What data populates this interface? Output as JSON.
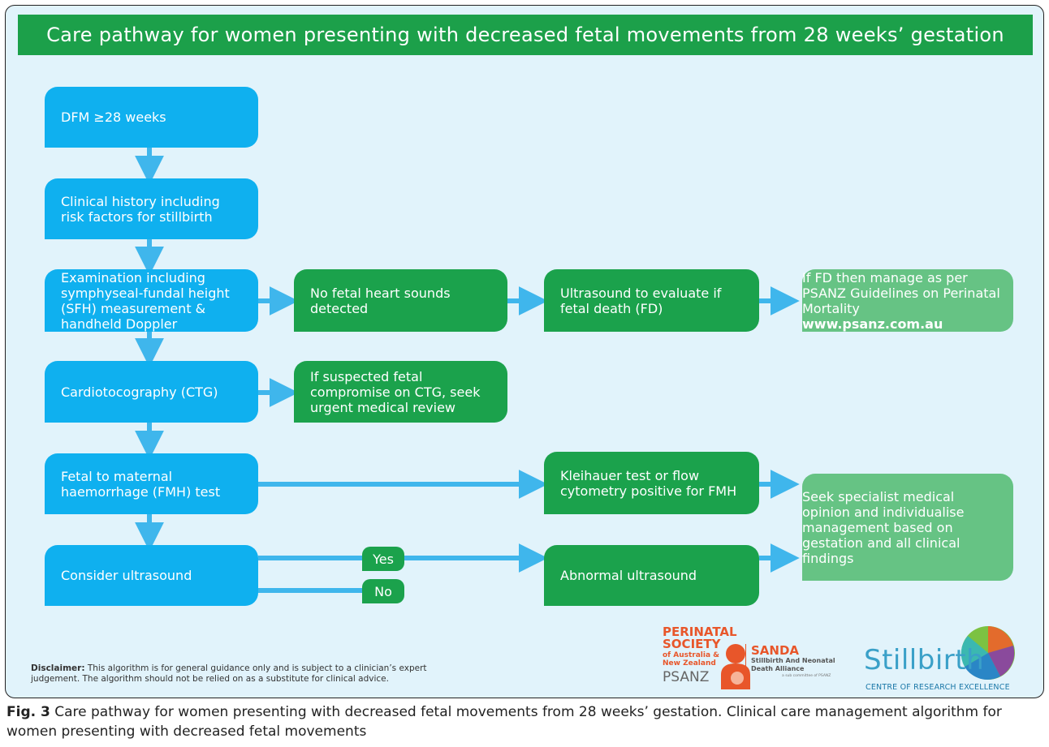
{
  "title": "Care pathway for women presenting with decreased fetal movements from 28 weeks’ gestation",
  "boxes": {
    "dfm": "DFM ≥28 weeks",
    "history": "Clinical history including risk factors for stillbirth",
    "exam": "Examination including symphyseal-fundal height (SFH) measurement & handheld Doppler",
    "no_heart": "No fetal heart sounds detected",
    "ultrasound_fd": "Ultrasound to evaluate if fetal death (FD)",
    "fd_manage": "If FD then manage as per PSANZ Guidelines on Perinatal Mortality",
    "fd_url": "www.psanz.com.au",
    "ctg": "Cardiotocography (CTG)",
    "ctg_compromise": "If suspected fetal compromise on CTG, seek urgent medical review",
    "fmh": "Fetal to maternal haemorrhage (FMH) test",
    "kleihauer": "Kleihauer test or flow cytometry positive for FMH",
    "specialist": "Seek specialist medical opinion and individualise management based on gestation and all clinical findings",
    "consider_us": "Consider ultrasound",
    "yes": "Yes",
    "no": "No",
    "abnormal_us": "Abnormal ultrasound"
  },
  "disclaimer": {
    "label": "Disclaimer:",
    "text": " This algorithm is for general guidance only and is subject to a clinician’s expert judgement. The algorithm should not be relied on as a substitute for clinical advice."
  },
  "logos": {
    "psanz": [
      "PERINATAL",
      "SOCIETY",
      "of Australia &",
      "New Zealand",
      "PSANZ"
    ],
    "sanda": [
      "SANDA",
      "Stillbirth And Neonatal",
      "Death Alliance",
      "a sub committee of PSANZ"
    ],
    "stillbirth": [
      "Stillbirth",
      "CENTRE OF RESEARCH EXCELLENCE"
    ]
  },
  "caption": {
    "label": "Fig. 3",
    "text": " Care pathway for women presenting with decreased fetal movements from 28 weeks’ gestation. Clinical care management algorithm for women presenting with decreased fetal movements"
  },
  "colors": {
    "banner": "#1ca04a",
    "blue_box": "#0fb0ef",
    "green_box": "#1ba24c",
    "light_green_box": "#66c384",
    "panel": "#e1f3fb",
    "arrow": "#3fb6ec"
  }
}
